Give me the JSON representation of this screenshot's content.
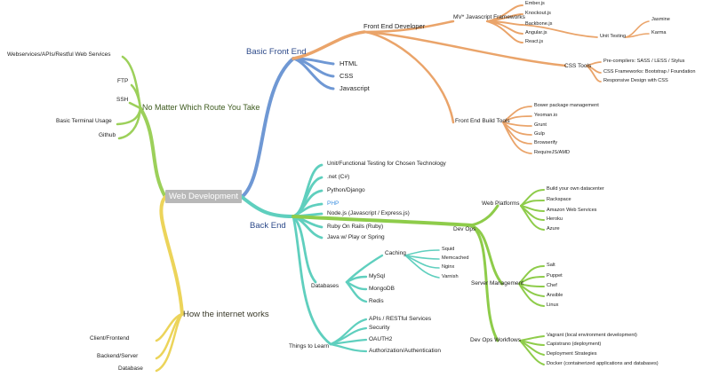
{
  "root": "Web Development",
  "colors": {
    "front": "#6f98d4",
    "front_sub": "#eaa46a",
    "back": "#5fcfbe",
    "devops": "#8ecc4a",
    "general": "#9cd05a",
    "internet": "#ecd45a"
  },
  "general": {
    "title": "No Matter Which Route You Take",
    "items": [
      "Webservices/APIs/Restful Web Services",
      "FTP",
      "SSH",
      "Basic Terminal Usage",
      "Github"
    ]
  },
  "internet": {
    "title": "How the internet works",
    "items": [
      "Client/Frontend",
      "Backend/Server",
      "Database"
    ]
  },
  "front": {
    "title": "Basic Front End",
    "items": [
      "HTML",
      "CSS",
      "Javascript"
    ],
    "developer": {
      "title": "Front End Developer",
      "mv": {
        "title": "MV* Javascript Frameworks",
        "items": [
          "Ember.js",
          "Knockout.js",
          "Backbone.js",
          "Angular.js",
          "React.js"
        ],
        "testing": {
          "title": "Unit Testing",
          "items": [
            "Jasmine",
            "Karma"
          ]
        }
      },
      "css_tools": {
        "title": "CSS Tools",
        "items": [
          "Pre-compilers: SASS / LESS / Stylus",
          "CSS Frameworks: Bootstrap / Foundation",
          "Responsive Design with CSS"
        ]
      },
      "build_tools": {
        "title": "Front End Build Tools",
        "items": [
          "Bower package management",
          "Yeoman.io",
          "Grunt",
          "Gulp",
          "Browserify",
          "RequireJS/AMD"
        ]
      }
    }
  },
  "back": {
    "title": "Back End",
    "items": [
      "Unit/Functional Testing for Chosen Technology",
      ".net (C#)",
      "Python/Django",
      "PHP",
      "Node.js (Javascript / Express.js)",
      "Ruby On Rails (Ruby)",
      "Java w/ Play or Spring"
    ],
    "databases": {
      "title": "Databases",
      "items": [
        "MySql",
        "MongoDB",
        "Redis"
      ],
      "caching": {
        "title": "Caching",
        "items": [
          "Squid",
          "Memcached",
          "Nginx",
          "Varnish"
        ]
      }
    },
    "things": {
      "title": "Things to Learn",
      "items": [
        "APIs / RESTful Services",
        "Security",
        "OAUTH2",
        "Authorization/Authentication"
      ]
    }
  },
  "devops": {
    "title": "Dev Ops",
    "platforms": {
      "title": "Web Platforms",
      "items": [
        "Build your own datacenter",
        "Rackspace",
        "Amazon Web Services",
        "Heroku",
        "Azure"
      ]
    },
    "server": {
      "title": "Server Management",
      "items": [
        "Salt",
        "Puppet",
        "Chef",
        "Ansible",
        "Linux"
      ]
    },
    "workflows": {
      "title": "Dev Ops Workflows",
      "items": [
        "Vagrant (local environment development)",
        "Capistrano (deployment)",
        "Deployment Strategies",
        "Docker (containerized applications and databases)"
      ]
    }
  }
}
